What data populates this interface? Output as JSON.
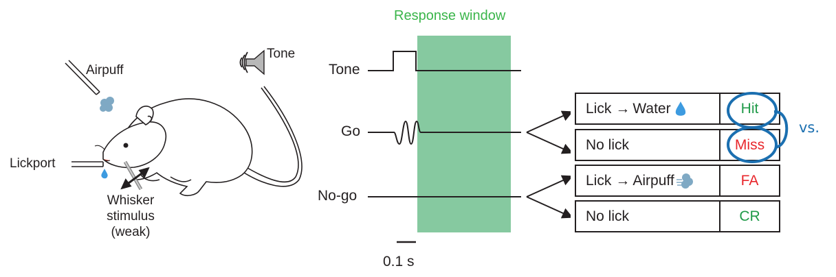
{
  "figure": {
    "title": "Response window",
    "colors": {
      "response_window": "#86c9a0",
      "title_green": "#3ab54a",
      "good_outcome": "#1f9a48",
      "bad_outcome": "#e8262b",
      "highlight_blue": "#1b6fb0",
      "water_blue": "#3d9be0",
      "airpuff_blue": "#7fa9c4"
    }
  },
  "apparatus": {
    "airpuff_label": "Airpuff",
    "tone_label": "Tone",
    "lickport_label": "Lickport",
    "whisker_label_line1": "Whisker",
    "whisker_label_line2": "stimulus",
    "whisker_label_line3": "(weak)"
  },
  "timeline": {
    "signals": [
      {
        "label": "Tone"
      },
      {
        "label": "Go"
      },
      {
        "label": "No-go"
      }
    ],
    "scalebar_label": "0.1 s"
  },
  "outcomes": [
    {
      "action": "Lick",
      "result": "Water",
      "icon": "water-drop-icon",
      "outcome": "Hit",
      "class": "good"
    },
    {
      "action": "No lick",
      "result": "",
      "icon": "",
      "outcome": "Miss",
      "class": "bad"
    },
    {
      "action": "Lick",
      "result": "Airpuff",
      "icon": "airpuff-icon",
      "outcome": "FA",
      "class": "bad"
    },
    {
      "action": "No lick",
      "result": "",
      "icon": "",
      "outcome": "CR",
      "class": "good"
    }
  ],
  "comparison": {
    "label": "vs.",
    "items": [
      "Hit",
      "Miss"
    ]
  },
  "arrow_glyph": "→"
}
